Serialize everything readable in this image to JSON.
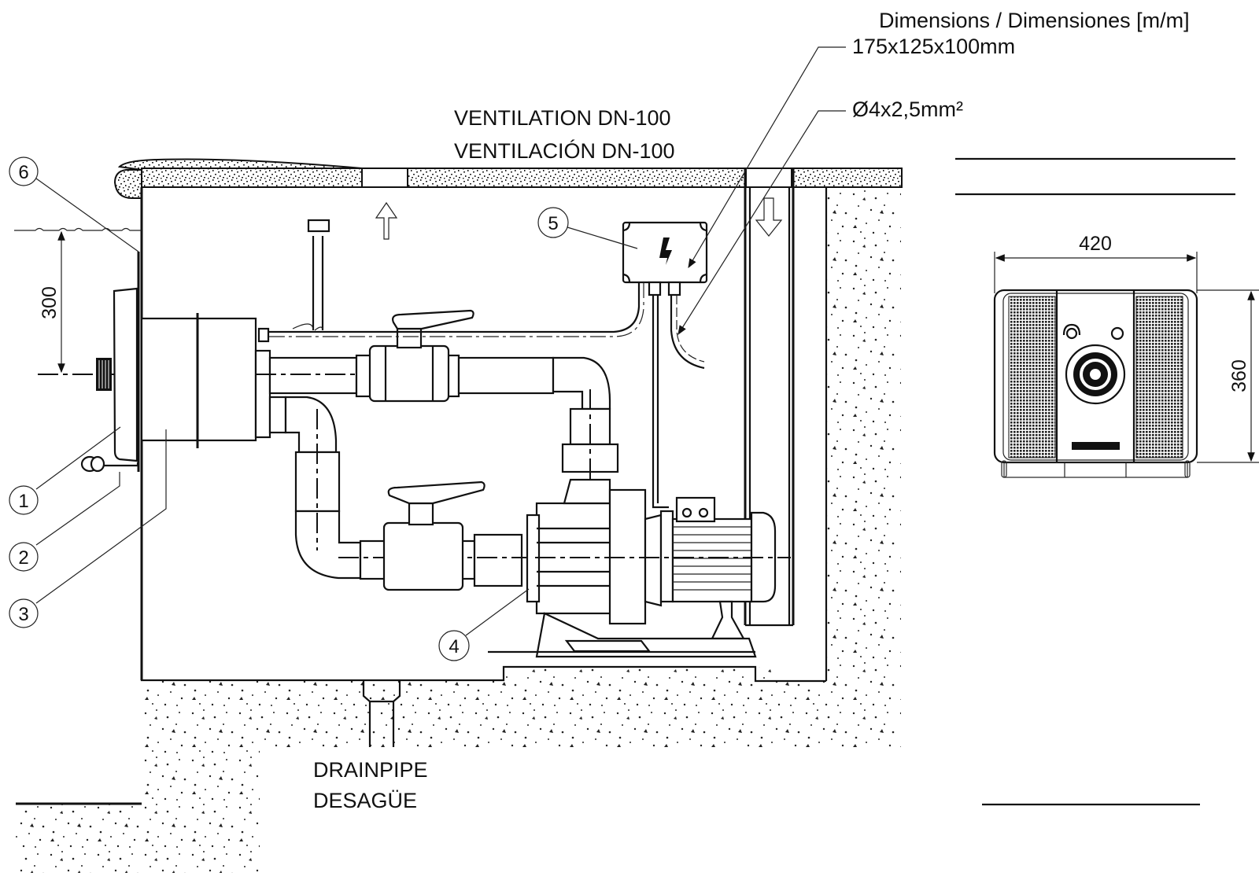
{
  "header": {
    "title": "Dimensions / Dimensiones [m/m]",
    "junction_box_size": "175x125x100mm",
    "cable_spec": "Ø4x2,5mm²"
  },
  "labels": {
    "ventilation_en": "VENTILATION DN-100",
    "ventilation_es": "VENTILACIÓN DN-100",
    "drainpipe_en": "DRAINPIPE",
    "drainpipe_es": "DESAGÜE"
  },
  "dimensions": {
    "water_depth": "300",
    "front_width": "420",
    "front_height": "360"
  },
  "callouts": [
    {
      "id": "1",
      "part": "front-panel"
    },
    {
      "id": "2",
      "part": "air-control-knob"
    },
    {
      "id": "3",
      "part": "wall-housing"
    },
    {
      "id": "4",
      "part": "pump"
    },
    {
      "id": "5",
      "part": "electrical-junction-box"
    },
    {
      "id": "6",
      "part": "pool-wall-seal"
    }
  ],
  "legend_lines": {
    "count_top": 2,
    "count_bottom": 1
  }
}
